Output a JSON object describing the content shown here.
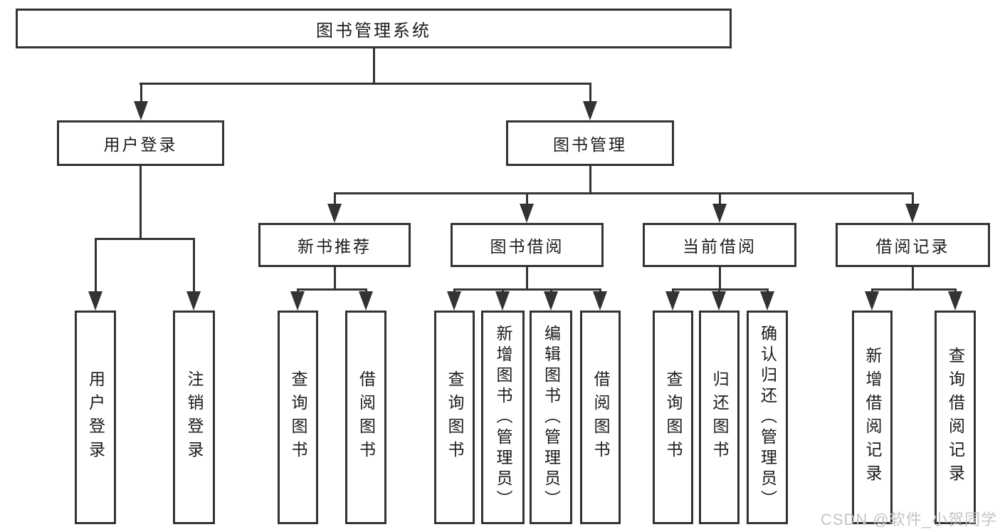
{
  "diagram_title": "图书管理系统",
  "tree": {
    "label": "图书管理系统",
    "children": [
      {
        "label": "用户登录",
        "children": [
          {
            "label": "用户登录"
          },
          {
            "label": "注销登录"
          }
        ]
      },
      {
        "label": "图书管理",
        "children": [
          {
            "label": "新书推荐",
            "children": [
              {
                "label": "查询图书"
              },
              {
                "label": "借阅图书"
              }
            ]
          },
          {
            "label": "图书借阅",
            "children": [
              {
                "label": "查询图书"
              },
              {
                "label": "新增图书（管理员）"
              },
              {
                "label": "编辑图书（管理员）"
              },
              {
                "label": "借阅图书"
              }
            ]
          },
          {
            "label": "当前借阅",
            "children": [
              {
                "label": "查询图书"
              },
              {
                "label": "归还图书"
              },
              {
                "label": "确认归还（管理员）"
              }
            ]
          },
          {
            "label": "借阅记录",
            "children": [
              {
                "label": "新增借阅记录"
              },
              {
                "label": "查询借阅记录"
              }
            ]
          }
        ]
      }
    ]
  },
  "watermark": "CSDN @软件_小贺同学",
  "colors": {
    "line": "#333333",
    "text": "#1c1c1c",
    "watermark": "#c4c4c4",
    "background": "#ffffff"
  }
}
